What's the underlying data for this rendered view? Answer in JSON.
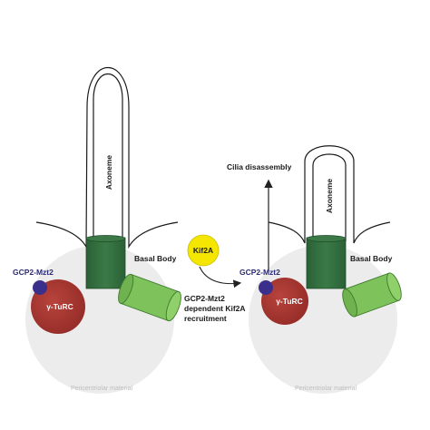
{
  "left_panel": {
    "pericentriolar_label": "Pericentriolar material",
    "axoneme_label": "Axoneme",
    "basal_body_label": "Basal Body",
    "gcp2_label": "GCP2-Mzt2",
    "turc_label": "γ-TuRC"
  },
  "right_panel": {
    "pericentriolar_label": "Pericentriolar material",
    "axoneme_label": "Axoneme",
    "basal_body_label": "Basal Body",
    "gcp2_label": "GCP2-Mzt2",
    "turc_label": "γ-TuRC",
    "outcome_label": "Cilia disassembly"
  },
  "middle": {
    "kif2a_label": "Kif2A",
    "process_label_lines": [
      "GCP2-Mzt2",
      "dependent Kif2A",
      "recruitment"
    ]
  },
  "colors": {
    "pcm": "#ececed",
    "basal_body": "#2e6b3c",
    "daughter_centriole": "#7ec25c",
    "turc": "#a8342f",
    "gcp2": "#3b2f8c",
    "kif2a": "#f5e600"
  }
}
